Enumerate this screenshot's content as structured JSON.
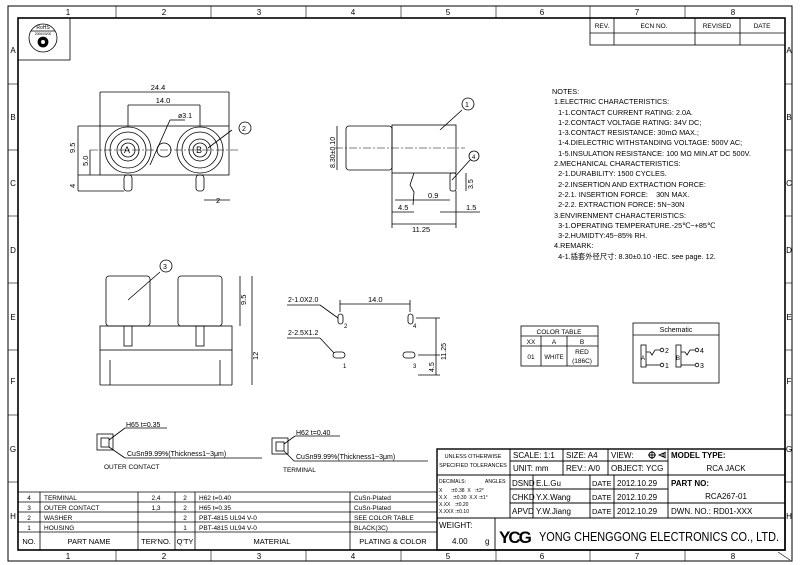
{
  "frame": {
    "zones_top": [
      "1",
      "2",
      "3",
      "4",
      "5",
      "6",
      "7",
      "8"
    ],
    "zones_side": [
      "A",
      "B",
      "C",
      "D",
      "E",
      "F",
      "G",
      "H"
    ],
    "rohs_label": "RoHS",
    "rohs_date": "2006/00/00"
  },
  "revision_table": {
    "headers": [
      "REV.",
      "ECN NO.",
      "REVISED",
      "DATE"
    ]
  },
  "notes": [
    "NOTES:",
    " 1.ELECTRIC CHARACTERISTICS:",
    "   1-1.CONTACT CURRENT RATING: 2.0A.",
    "   1-2.CONTACT VOLTAGE RATING: 34V DC;",
    "   1-3.CONTACT RESISTANCE: 30mΩ MAX.;",
    "   1-4.DIELECTRIC WITHSTANDING VOLTAGE: 500V AC;",
    "   1-5.INSULATION RESISTANCE: 100 MΩ MIN.AT DC 500V.",
    " 2.MECHANICAL CHARACTERISTICS:",
    "   2-1.DURABILITY: 1500 CYCLES.",
    "   2-2.INSERTION AND EXTRACTION FORCE:",
    "   2-2.1. INSERTION FORCE:    30N MAX.",
    "   2-2.2. EXTRACTION FORCE: 5N~30N",
    " 3.ENVIRENMENT CHARACTERISTICS:",
    "   3-1.OPERATING TEMPERATURE.-25℃~+85℃",
    "   3-2.HUMIDTY:45~85% RH.",
    " 4.REMARK:",
    "   4-1.插套外径尺寸: 8.30±0.10 -IEC. see page. 12."
  ],
  "front_view": {
    "dim_width": "24.4",
    "dim_pitch": "14.0",
    "dim_hole": "ø3.1",
    "dim_height": "9.5",
    "dim_center": "5.0",
    "dim_pin": "4",
    "dim_pin_w": "2",
    "callout": "2",
    "label_a": "A",
    "label_b": "B"
  },
  "side_view": {
    "dim_diameter": "8.30±0.10",
    "dim_pin_h": "3.5",
    "dim_pin_t": "0.9",
    "dim_offset": "4.5",
    "dim_pin_w": "1.5",
    "dim_length": "11.25",
    "callout_1": "1",
    "callout_4": "4"
  },
  "bottom_view": {
    "dim_height": "9.5",
    "dim_total": "12",
    "callout": "3"
  },
  "pcb_layout": {
    "slot_1": "2-1.0X2.0",
    "slot_2": "2-2.5X1.2",
    "dim_pitch": "14.0",
    "dim_depth": "11.25",
    "dim_offset": "4.5",
    "pins": [
      "1",
      "2",
      "3",
      "4"
    ]
  },
  "color_table": {
    "title": "COLOR TABLE",
    "headers": [
      "XX",
      "A",
      "B"
    ],
    "row": [
      "01",
      "WHITE",
      "RED",
      "(186C)"
    ]
  },
  "schematic": {
    "title": "Schematic",
    "labels": [
      "A",
      "B",
      "2",
      "1",
      "4",
      "3"
    ]
  },
  "plating_details": [
    {
      "material": "H65  t=0.35",
      "plating": "CuSn99.99%(Thickness1~3μm)",
      "label": "OUTER CONTACT"
    },
    {
      "material": "H62  t=0.40",
      "plating": "CuSn99.99%(Thickness1~3μm)",
      "label": "TERMINAL"
    }
  ],
  "parts_table": {
    "headers": [
      "NO.",
      "PART NAME",
      "TER'NO.",
      "Q'TY",
      "MATERIAL",
      "PLATING & COLOR"
    ],
    "rows": [
      [
        "4",
        "TERMINAL",
        "2,4",
        "2",
        "H62   t=0.40",
        "CuSn-Plated"
      ],
      [
        "3",
        "OUTER CONTACT",
        "1,3",
        "2",
        "H65   t=0.35",
        "CuSn-Plated"
      ],
      [
        "2",
        "WASHER",
        "",
        "2",
        "PBT-4815 UL94 V-0",
        "SEE COLOR TABLE"
      ],
      [
        "1",
        "HOUSING",
        "",
        "1",
        "PBT-4815 UL94 V-0",
        "BLACK(3C)"
      ]
    ]
  },
  "title_block": {
    "tol_1": "UNLESS OTHERWISE",
    "tol_2": "SPECIFIED TOLERANCES",
    "decimals": "DECIMALS:",
    "angles": "ANGLES:",
    "tol_rows": [
      "X      :±0.38  X   :±2°",
      "X.X    :±0.30  X.X :±1°",
      "X.XX   :±0.20",
      "X.XXX :±0.10"
    ],
    "scale": "SCALE: 1:1",
    "size": "SIZE: A4",
    "view": "VIEW:",
    "unit": "UNIT: mm",
    "rev": "REV.: A/0",
    "object": "OBJECT: YCG",
    "model_type_label": "MODEL TYPE:",
    "model_type": "RCA JACK",
    "part_no_label": "PART NO:",
    "part_no": "RCA267-01",
    "dwn_no": "DWN. NO.: RD01-XXX",
    "approvals": [
      {
        "role": "DSND",
        "name": "E.L.Gu",
        "date_label": "DATE",
        "date": "2012.10.29"
      },
      {
        "role": "CHKD",
        "name": "Y.X.Wang",
        "date_label": "DATE",
        "date": "2012.10.29"
      },
      {
        "role": "APVD",
        "name": "Y.W.Jiang",
        "date_label": "DATE",
        "date": "2012.10.29"
      }
    ],
    "weight_label": "WEIGHT:",
    "weight": "4.00",
    "weight_unit": "g",
    "logo": "YCG",
    "company": "YONG CHENGGONG ELECTRONICS CO., LTD."
  }
}
